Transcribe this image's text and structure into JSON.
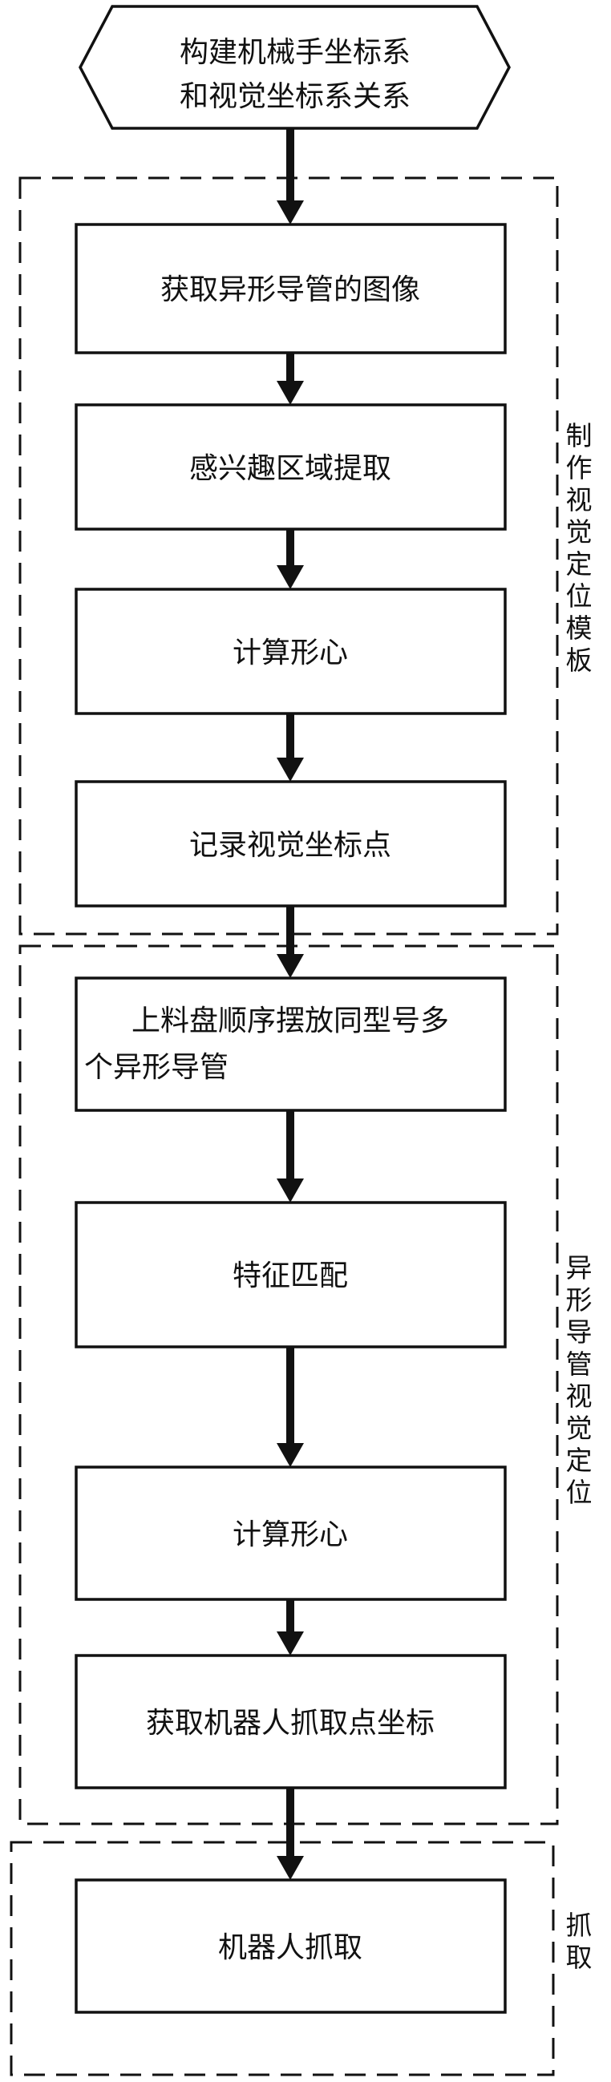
{
  "start_node": {
    "lines": [
      "构建机械手坐标系",
      "和视觉坐标系关系"
    ]
  },
  "groups": [
    {
      "label": "制作视觉定位模板",
      "steps": [
        {
          "lines": [
            "获取异形导管的图像"
          ]
        },
        {
          "lines": [
            "感兴趣区域提取"
          ]
        },
        {
          "lines": [
            "计算形心"
          ]
        },
        {
          "lines": [
            "记录视觉坐标点"
          ]
        }
      ]
    },
    {
      "label": "异形导管视觉定位",
      "steps": [
        {
          "lines": [
            "上料盘顺序摆放同型号多",
            "个异形导管"
          ]
        },
        {
          "lines": [
            "特征匹配"
          ]
        },
        {
          "lines": [
            "计算形心"
          ]
        },
        {
          "lines": [
            "获取机器人抓取点坐标"
          ]
        }
      ]
    },
    {
      "label": "抓取",
      "steps": [
        {
          "lines": [
            "机器人抓取"
          ]
        }
      ]
    }
  ],
  "colors": {
    "stroke": "#111111",
    "background": "#ffffff"
  }
}
